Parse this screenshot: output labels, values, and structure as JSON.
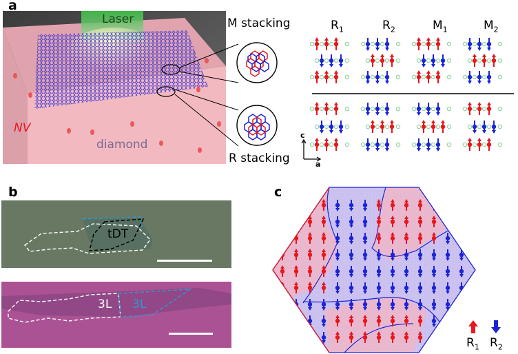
{
  "panel_a": {
    "letter": "a",
    "laser": "Laser",
    "nv": "NV",
    "diamond": "diamond",
    "m_stacking": "M stacking",
    "r_stacking": "R stacking",
    "columns": [
      {
        "base": "R",
        "sub": "1"
      },
      {
        "base": "R",
        "sub": "2"
      },
      {
        "base": "M",
        "sub": "1"
      },
      {
        "base": "M",
        "sub": "2"
      }
    ],
    "axis_c": "c",
    "axis_a": "a",
    "colors": {
      "up": "#e8171d",
      "down": "#1b24d6",
      "ligand": "#8fd39a"
    }
  },
  "panel_b": {
    "letter": "b",
    "top_label": "tDT",
    "bottom_label_white": "3L",
    "bottom_label_blue": "3L"
  },
  "panel_c": {
    "letter": "c",
    "legend_r1": {
      "base": "R",
      "sub": "1"
    },
    "legend_r2": {
      "base": "R",
      "sub": "2"
    }
  }
}
